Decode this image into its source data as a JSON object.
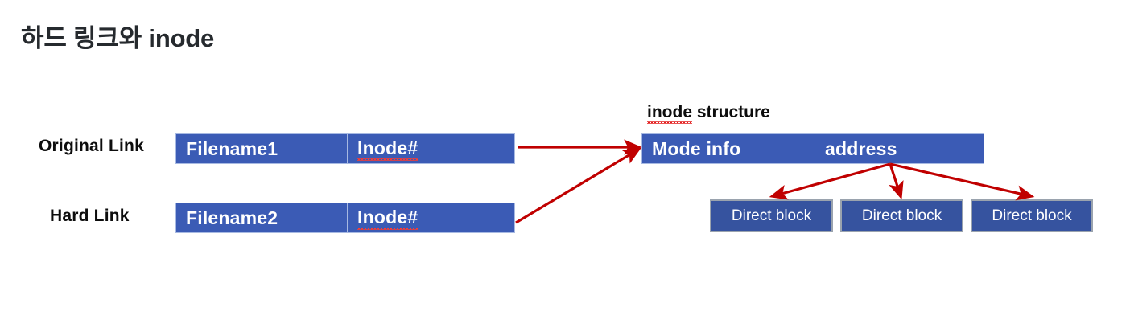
{
  "slide": {
    "title": "하드 링크와 inode",
    "background_color": "#ffffff"
  },
  "colors": {
    "box_fill": "#3b5bb5",
    "box_border": "#a7b9e2",
    "direct_block_fill": "#36539f",
    "direct_block_border": "#9aa3ae",
    "arrow": "#c00000",
    "text_dark": "#0d0d0d",
    "text_light": "#ffffff",
    "spellcheck_underline": "#e21b1b"
  },
  "diagram": {
    "link_rows": [
      {
        "label": "Original Link",
        "filename_cell": "Filename1",
        "inode_cell": "Inode#",
        "inode_cell_misspelled": true
      },
      {
        "label": "Hard Link",
        "filename_cell": "Filename2",
        "inode_cell": "Inode#",
        "inode_cell_misspelled": true
      }
    ],
    "inode_structure": {
      "caption_word_misspelled": "inode",
      "caption_rest": " structure",
      "mode_cell": "Mode info",
      "address_cell": "address"
    },
    "direct_blocks": [
      {
        "label": "Direct block"
      },
      {
        "label": "Direct block"
      },
      {
        "label": "Direct block"
      }
    ],
    "arrows": [
      {
        "name": "original-link-to-inode",
        "from": "Inode# (Original Link)",
        "to": "Mode info"
      },
      {
        "name": "hard-link-to-inode",
        "from": "Inode# (Hard Link)",
        "to": "Mode info"
      },
      {
        "name": "address-to-direct-block-1",
        "from": "address",
        "to": "Direct block 1"
      },
      {
        "name": "address-to-direct-block-2",
        "from": "address",
        "to": "Direct block 2"
      },
      {
        "name": "address-to-direct-block-3",
        "from": "address",
        "to": "Direct block 3"
      }
    ]
  }
}
